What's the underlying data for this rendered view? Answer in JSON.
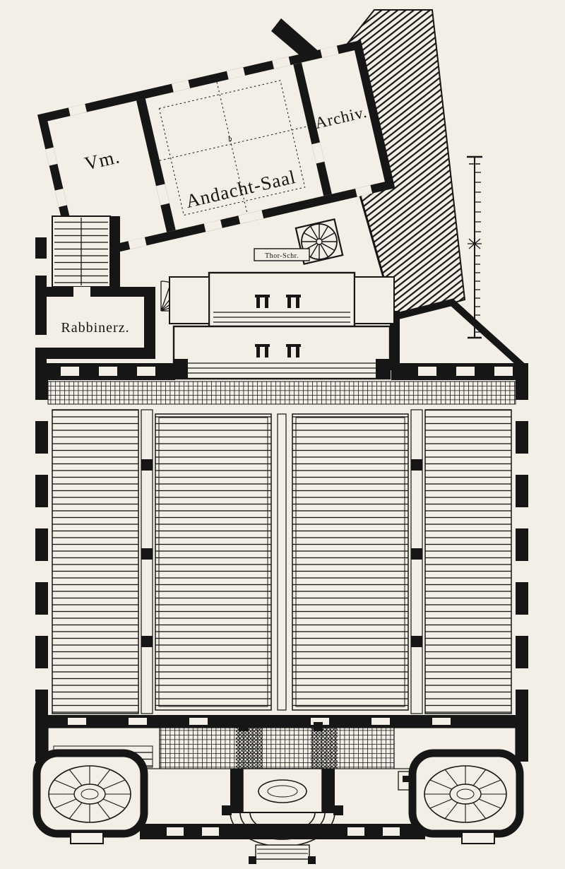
{
  "plan": {
    "labels": {
      "vm": "Vm.",
      "andacht_saal": "Andacht-Saal",
      "archiv": "Archiv.",
      "rabbinerzimmer": "Rabbinerz.",
      "thora_schrein": "Thor-Schr.",
      "center_mark": "b"
    },
    "colors": {
      "paper": "#f3efe6",
      "ink": "#161616"
    }
  }
}
